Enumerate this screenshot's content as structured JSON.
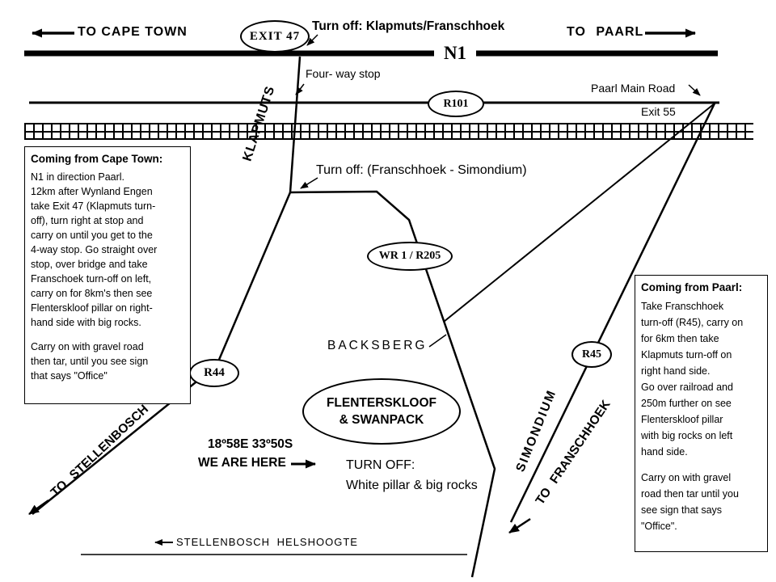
{
  "canvas": {
    "bg": "#ffffff",
    "ink": "#000000"
  },
  "highways": {
    "n1_label": "N1",
    "r101_label": "R101",
    "exit47_label": "EXIT 47",
    "wr1_r205_label": "WR 1 / R205",
    "r44_label": "R44",
    "r45_label": "R45"
  },
  "labels": {
    "to_cape_town": "TO CAPE TOWN",
    "to_paarl": "TO PAARL",
    "turnoff_klapmuts": "Turn off: Klapmuts/Franschhoek",
    "four_way_stop": "Four- way stop",
    "paarl_main_road": "Paarl Main Road",
    "exit_55": "Exit 55",
    "klapmuts": "KLAPMUTS",
    "turnoff_simondium": "Turn off: (Franschhoek - Simondium)",
    "backsberg": "BACKSBERG",
    "simondium": "SIMONDIUM",
    "to_franschhoek": "TO FRANSCHHOEK",
    "to_stellenbosch": "TO STELLENBOSCH",
    "stellenbosch_helshoogte": "STELLENBOSCH HELSHOOGTE"
  },
  "venue": {
    "name_line1": "FLENTERSKLOOF",
    "name_line2": "& SWANPACK",
    "coordinates": "18º58E 33º50S",
    "we_are_here": "WE ARE HERE",
    "turn_off": "TURN OFF:",
    "turn_off_detail": "White pillar & big rocks"
  },
  "directions_cape_town": {
    "title": "Coming from Cape Town:",
    "body1": "N1 in direction Paarl.\n12km after Wynland Engen\ntake Exit 47 (Klapmuts turn-\noff), turn right at stop and\ncarry on until you get to the\n4-way stop.  Go straight over\nstop, over bridge and take\nFranschoek turn-off on left,\ncarry on for 8km's then see\nFlenterskloof pillar on right-\nhand side with big rocks.",
    "body2": "Carry on with gravel road\nthen tar, until you see sign\nthat says \"Office\""
  },
  "directions_paarl": {
    "title": "Coming from Paarl:",
    "body1": "Take Franschhoek\nturn-off (R45), carry on\nfor 6km then take\nKlapmuts turn-off on\nright hand side.\nGo over railroad and\n250m further on see\nFlenterskloof pillar\nwith big rocks on left\nhand side.",
    "body2": "Carry on with gravel\nroad then tar until you\nsee sign that says\n\"Office\"."
  }
}
